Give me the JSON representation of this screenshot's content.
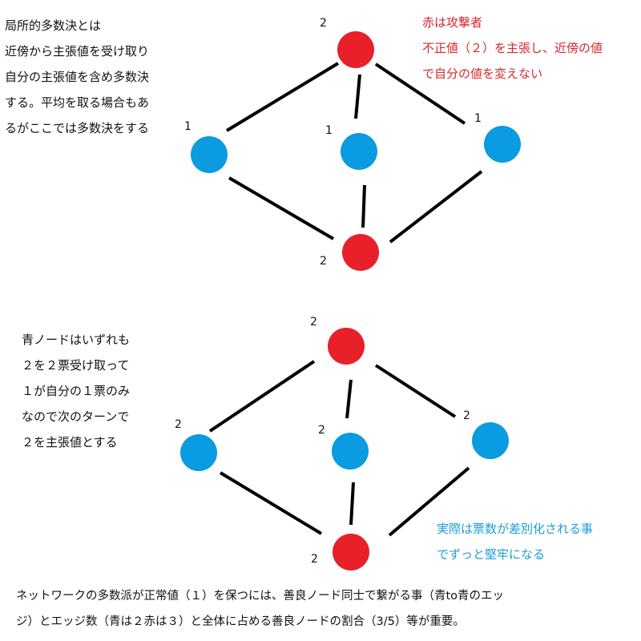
{
  "colors": {
    "attacker": "#e8202a",
    "honest": "#0a9be0",
    "edge": "#000000",
    "attacker_text": "#d8262c",
    "highlight_text": "#1a9dd9"
  },
  "top": {
    "explain_lines": [
      "局所的多数決とは",
      "近傍から主張値を受け取り",
      "自分の主張値を含め多数決",
      "する。平均を取る場合もあ",
      "るがここでは多数決をする"
    ],
    "attacker_note_lines": [
      "赤は攻撃者",
      "不正値（２）を主張し、近傍の値",
      "で自分の値を変えない"
    ],
    "node_values": {
      "top_red": "2",
      "left_blue": "1",
      "center_blue": "1",
      "right_blue": "1",
      "bottom_red": "2"
    }
  },
  "bottom": {
    "explain_lines": [
      "青ノードはいずれも",
      "２を２票受け取って",
      "１が自分の１票のみ",
      "なので次のターンで",
      "２を主張値とする"
    ],
    "note_lines": [
      "実際は票数が差別化される事",
      "でずっと堅牢になる"
    ],
    "node_values": {
      "top_red": "2",
      "left_blue": "2",
      "center_blue": "2",
      "right_blue": "2",
      "bottom_red": "2"
    }
  },
  "footer_lines": [
    "ネットワークの多数派が正常値（１）を保つには、善良ノード同士で繋がる事（青to青のエッ",
    "ジ）とエッジ数（青は２赤は３）と全体に占める善良ノードの割合（3/5）等が重要。"
  ]
}
